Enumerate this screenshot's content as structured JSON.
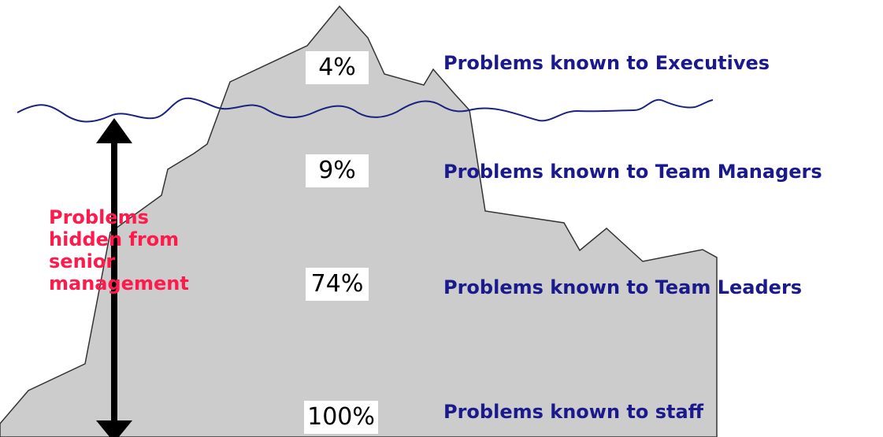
{
  "colors": {
    "iceberg_fill": "#cccccc",
    "iceberg_stroke": "#333333",
    "waterline": "#1a237e",
    "level_text": "#1a1a8c",
    "hidden_text": "#ff1a4b",
    "arrow": "#000000"
  },
  "levels": [
    {
      "percent": "4%",
      "label": "Problems known to Executives"
    },
    {
      "percent": "9%",
      "label": "Problems known to Team Managers"
    },
    {
      "percent": "74%",
      "label": "Problems known to Team Leaders"
    },
    {
      "percent": "100%",
      "label": "Problems known to staff"
    }
  ],
  "hidden_label": {
    "lines": [
      "Problems",
      "hidden from",
      "senior",
      "management"
    ]
  }
}
